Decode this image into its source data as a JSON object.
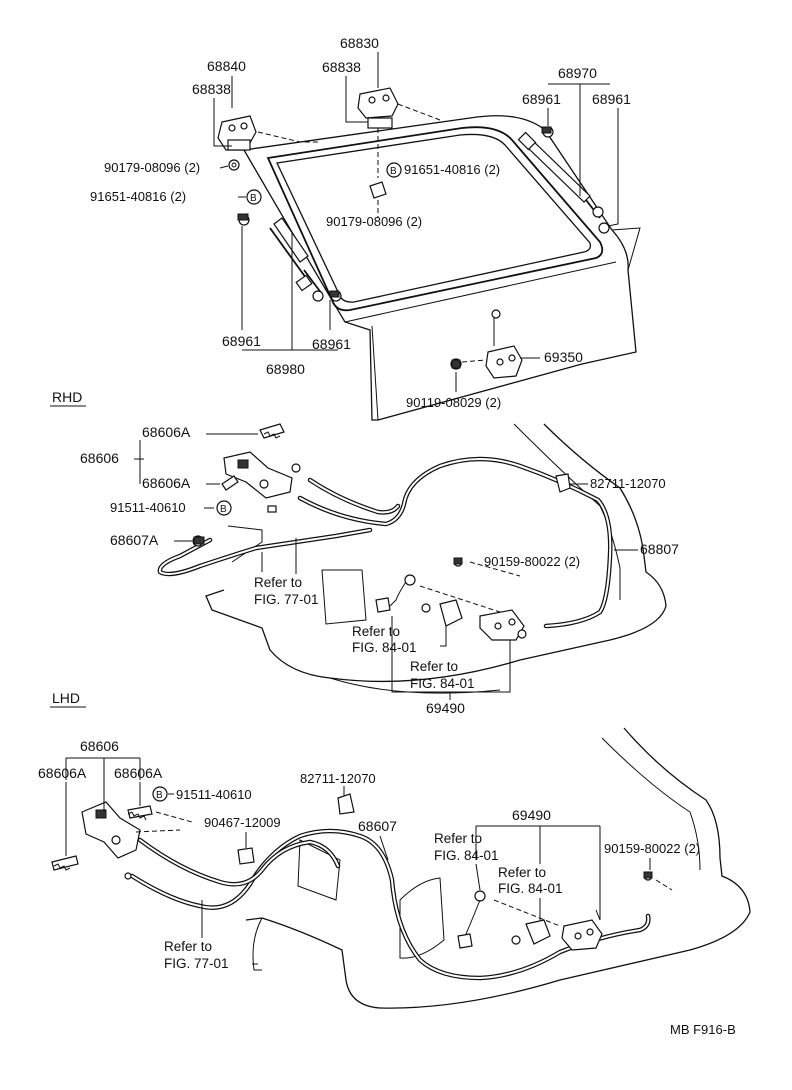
{
  "diagram": {
    "code": "MB F916-B",
    "sections": {
      "rhd": "RHD",
      "lhd": "LHD"
    },
    "top_labels": {
      "p68840": "68840",
      "p68838_left": "68838",
      "p68830": "68830",
      "p68838_right": "68838",
      "p68970": "68970",
      "p68961_a": "68961",
      "p68961_b": "68961",
      "p90179_left": "90179-08096 (2)",
      "p91651_left": "91651-40816 (2)",
      "p91651_right": "91651-40816 (2)",
      "p90179_right": "90179-08096 (2)",
      "p68961_c": "68961",
      "p68961_d": "68961",
      "p68980": "68980",
      "p69350": "69350",
      "p90119": "90119-08029 (2)"
    },
    "rhd_labels": {
      "p68606A_a": "68606A",
      "p68606": "68606",
      "p68606A_b": "68606A",
      "p91511": "91511-40610",
      "p68607A": "68607A",
      "p82711": "82711-12070",
      "p90159": "90159-80022 (2)",
      "p68807": "68807",
      "ref77_l1": "Refer to",
      "ref77_l2": "FIG. 77-01",
      "ref84a_l1": "Refer to",
      "ref84a_l2": "FIG. 84-01",
      "ref84b_l1": "Refer to",
      "ref84b_l2": "FIG. 84-01",
      "p69490": "69490"
    },
    "lhd_labels": {
      "p68606": "68606",
      "p68606A_a": "68606A",
      "p68606A_b": "68606A",
      "p91511": "91511-40610",
      "p82711": "82711-12070",
      "p90467": "90467-12009",
      "p68607": "68607",
      "p69490": "69490",
      "ref84a_l1": "Refer to",
      "ref84a_l2": "FIG. 84-01",
      "ref84b_l1": "Refer to",
      "ref84b_l2": "FIG. 84-01",
      "p90159": "90159-80022 (2)",
      "ref77_l1": "Refer to",
      "ref77_l2": "FIG. 77-01"
    },
    "marker": "B"
  }
}
